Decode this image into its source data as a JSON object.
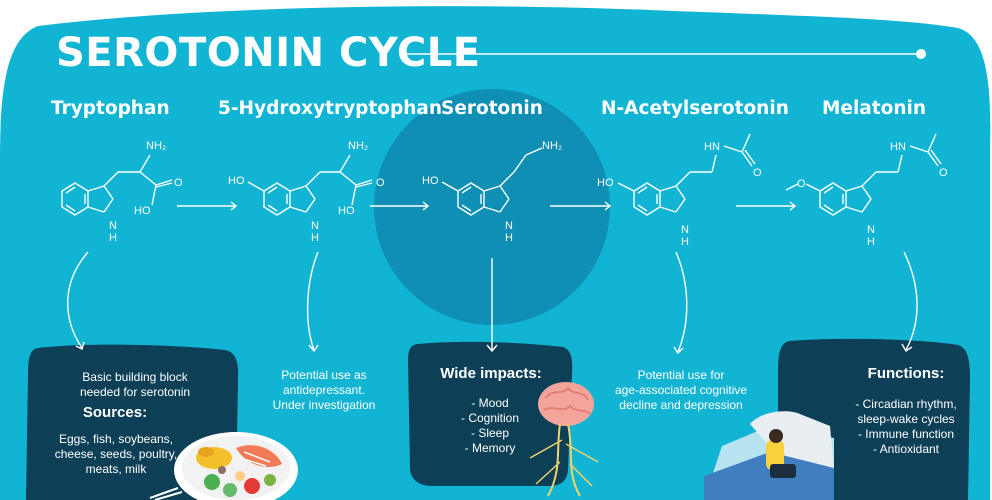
{
  "title": "SEROTONIN CYCLE",
  "molecules": [
    {
      "name": "Tryptophan",
      "desc": "Basic building block\nneeded for serotonin",
      "sources_title": "Sources:",
      "sources": "Eggs, fish, soybeans,\ncheese, seeds, poultry,\nmeats, milk"
    },
    {
      "name": "5-Hydroxytryptophan",
      "desc": "Potential use as\nantidepressant.\nUnder investigation"
    },
    {
      "name": "Serotonin",
      "impacts_title": "Wide impacts:",
      "impacts": "- Mood\n- Cognition\n- Sleep\n- Memory"
    },
    {
      "name": "N-Acetylserotonin",
      "desc": "Potential use for\nage-associated cognitive\ndecline and depression"
    },
    {
      "name": "Melatonin",
      "functions_title": "Functions:",
      "functions": "- Circadian rhythm,\nsleep-wake cycles\n- Immune function\n- Antioxidant"
    }
  ],
  "atom_labels": {
    "nh2": "NH₂",
    "o": "O",
    "ho": "HO",
    "h": "H",
    "n": "N",
    "hn": "HN"
  },
  "colors": {
    "background": "#12b4d4",
    "dark_box": "#0d3f56",
    "highlight_circle": "#0e8fb3",
    "white": "#ffffff"
  }
}
